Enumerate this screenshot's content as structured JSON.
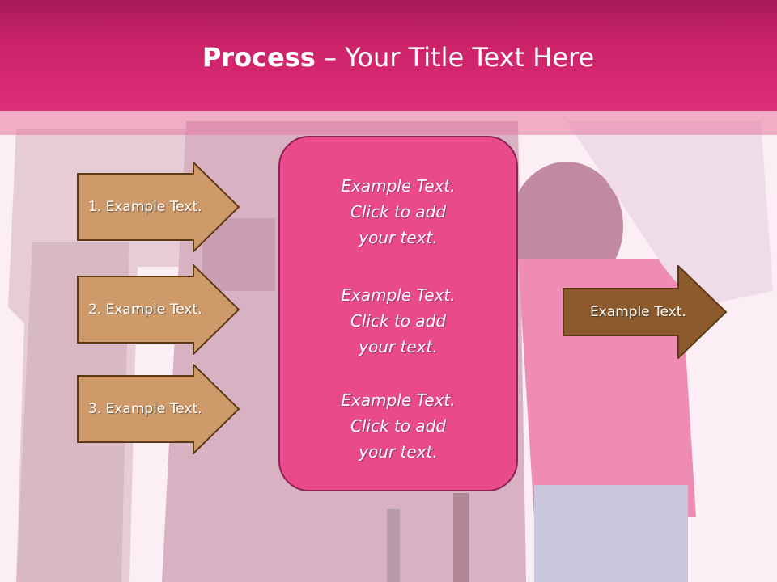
{
  "header": {
    "title_bold": "Process",
    "title_rest": " – Your Title Text Here"
  },
  "left_steps": [
    {
      "label": "1. Example Text."
    },
    {
      "label": "2. Example Text."
    },
    {
      "label": "3. Example Text."
    }
  ],
  "center_box": {
    "items": [
      {
        "line1": "Example Text.",
        "line2": "Click  to add",
        "line3": "your text."
      },
      {
        "line1": "Example Text.",
        "line2": "Click  to add",
        "line3": "your text."
      },
      {
        "line1": "Example Text.",
        "line2": "Click  to add",
        "line3": "your text."
      }
    ]
  },
  "right_arrow": {
    "label": "Example Text."
  },
  "colors": {
    "header": "#df2e78",
    "center_box": "#e94a8c",
    "left_arrow_fill": "#cf9a6a",
    "right_arrow_fill": "#8c5a2c",
    "arrow_stroke": "#5e3a14"
  }
}
